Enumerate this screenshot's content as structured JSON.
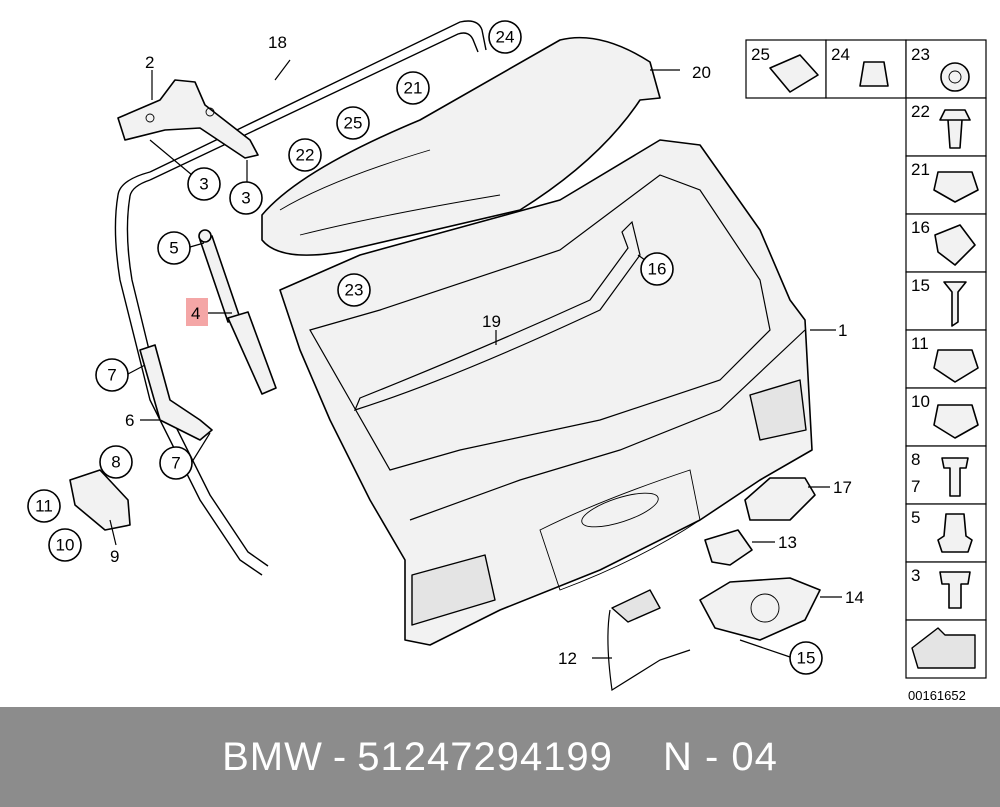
{
  "callouts": {
    "c1": "1",
    "c2": "2",
    "c3a": "3",
    "c3b": "3",
    "c4": "4",
    "c5": "5",
    "c6": "6",
    "c7a": "7",
    "c7b": "7",
    "c8": "8",
    "c9": "9",
    "c10": "10",
    "c11": "11",
    "c12": "12",
    "c13": "13",
    "c14": "14",
    "c15": "15",
    "c16": "16",
    "c17": "17",
    "c18": "18",
    "c19": "19",
    "c20": "20",
    "c21": "21",
    "c22": "22",
    "c23": "23",
    "c24": "24",
    "c25": "25"
  },
  "legend": {
    "top": [
      "25",
      "24",
      "23"
    ],
    "side": [
      "22",
      "21",
      "16",
      "15",
      "11",
      "10",
      "8",
      "7",
      "5",
      "3"
    ]
  },
  "diagram_code": "00161652",
  "highlight_color": "#f4a6a6",
  "footer": {
    "brand": "BMW",
    "part_number": "51247294199",
    "position": "N - 04",
    "separator": "-"
  }
}
